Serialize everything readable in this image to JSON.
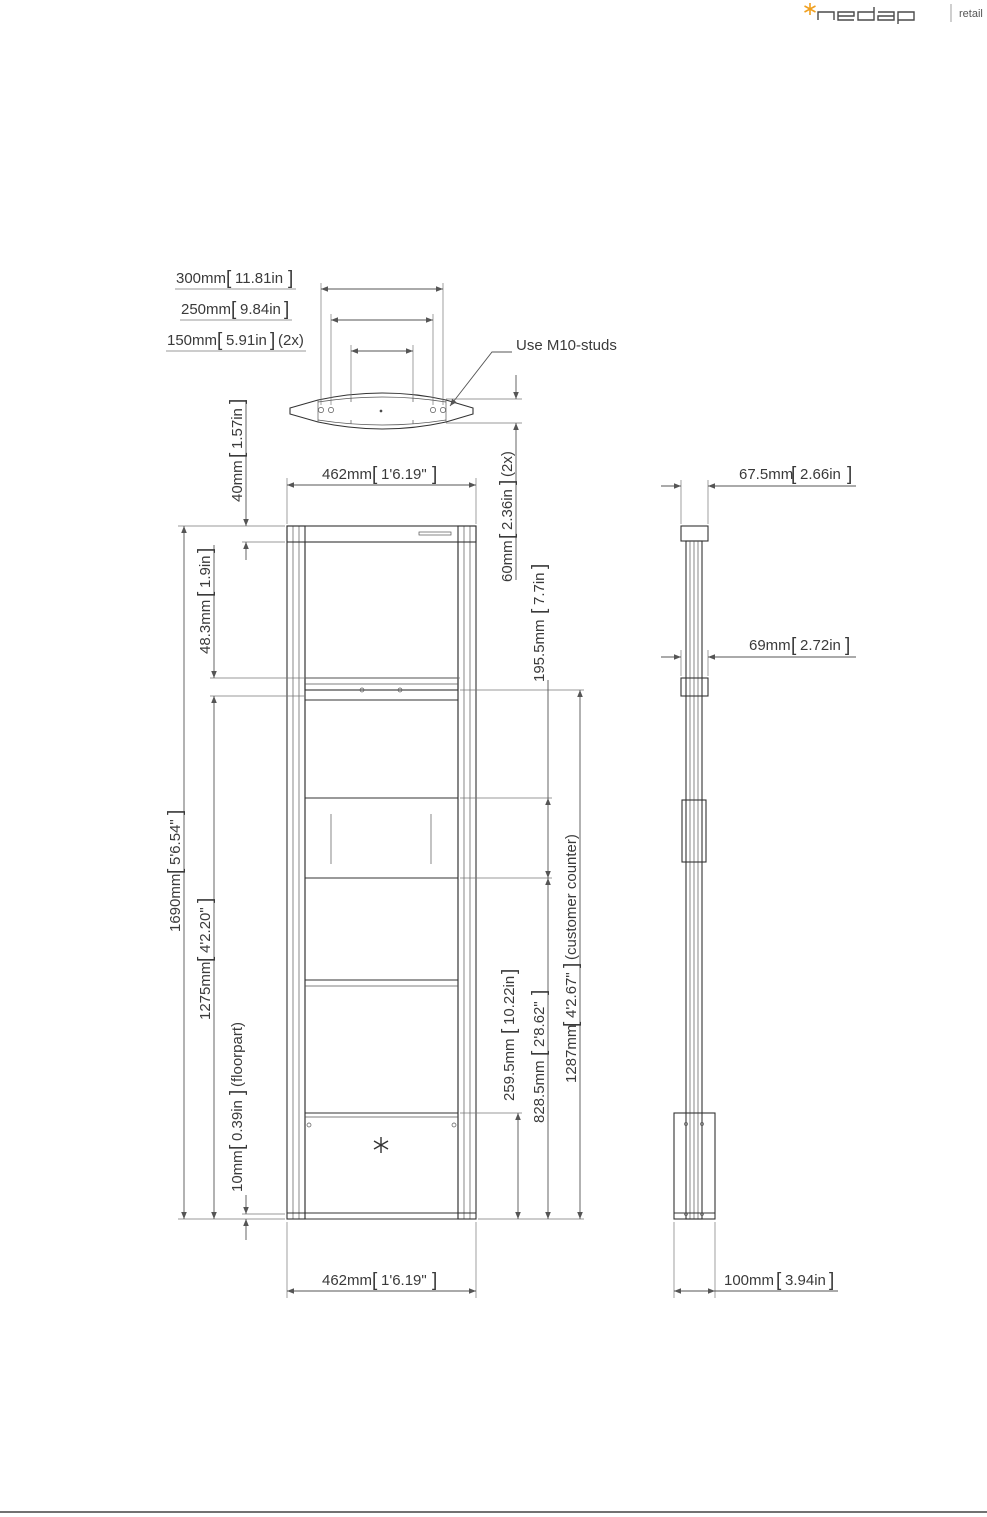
{
  "brand": {
    "name": "nedap",
    "tag": "retail",
    "accent_color": "#f0a020",
    "icon": "star-logo-icon"
  },
  "top_view": {
    "dim_300": {
      "mm": "300mm",
      "in": "11.81in",
      "suffix": ""
    },
    "dim_250": {
      "mm": "250mm",
      "in": "9.84in",
      "suffix": ""
    },
    "dim_150": {
      "mm": "150mm",
      "in": "5.91in",
      "suffix": "(2x)"
    },
    "studs_label": "Use M10-studs",
    "dim_40": {
      "mm": "40mm",
      "in": "1.57in",
      "suffix": ""
    },
    "dim_60": {
      "mm": "60mm",
      "in": "2.36in",
      "suffix": "(2x)"
    }
  },
  "front_view": {
    "width_top": {
      "mm": "462mm",
      "in": "1'6.19\""
    },
    "width_bottom": {
      "mm": "462mm",
      "in": "1'6.19\""
    },
    "height_total": {
      "mm": "1690mm",
      "in": "5'6.54\""
    },
    "dim_48": {
      "mm": "48.3mm",
      "in": "1.9in"
    },
    "dim_1275": {
      "mm": "1275mm",
      "in": "4'2.20\""
    },
    "dim_10": {
      "mm": "10mm",
      "in": "0.39in",
      "suffix": "(floorpart)"
    },
    "dim_195": {
      "mm": "195.5mm",
      "in": "7.7in"
    },
    "dim_259": {
      "mm": "259.5mm",
      "in": "10.22in"
    },
    "dim_828": {
      "mm": "828.5mm",
      "in": "2'8.62\""
    },
    "dim_1287": {
      "mm": "1287mm",
      "in": "4'2.67\"",
      "suffix": "(customer counter)"
    }
  },
  "side_view": {
    "dim_67": {
      "mm": "67.5mm",
      "in": "2.66in"
    },
    "dim_69": {
      "mm": "69mm",
      "in": "2.72in"
    },
    "dim_100": {
      "mm": "100mm",
      "in": "3.94in"
    }
  }
}
